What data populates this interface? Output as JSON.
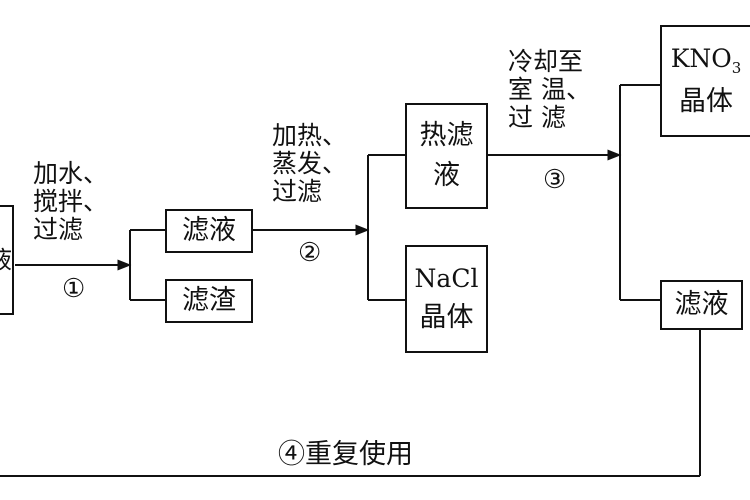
{
  "boxes": {
    "left_fragment": "液",
    "filtrate1": "滤液",
    "residue": "滤渣",
    "hot_filtrate": {
      "line1": "热滤",
      "line2": "液"
    },
    "nacl": {
      "formula": "NaCl",
      "line2": "晶体"
    },
    "kno3": {
      "formula_main": "KNO",
      "formula_sub": "3",
      "line2": "晶体"
    },
    "filtrate2": "滤液"
  },
  "steps": {
    "s1": {
      "lines": [
        "加水、",
        "搅拌、",
        "过滤"
      ],
      "number": "①"
    },
    "s2": {
      "lines": [
        "加热、",
        "蒸发、",
        "过滤"
      ],
      "number": "②"
    },
    "s3": {
      "lines": [
        "冷却至",
        "室 温、",
        "过 滤"
      ],
      "number": "③"
    },
    "s4": {
      "label": "④重复使用"
    }
  },
  "colors": {
    "stroke": "#111111",
    "background": "#ffffff"
  }
}
